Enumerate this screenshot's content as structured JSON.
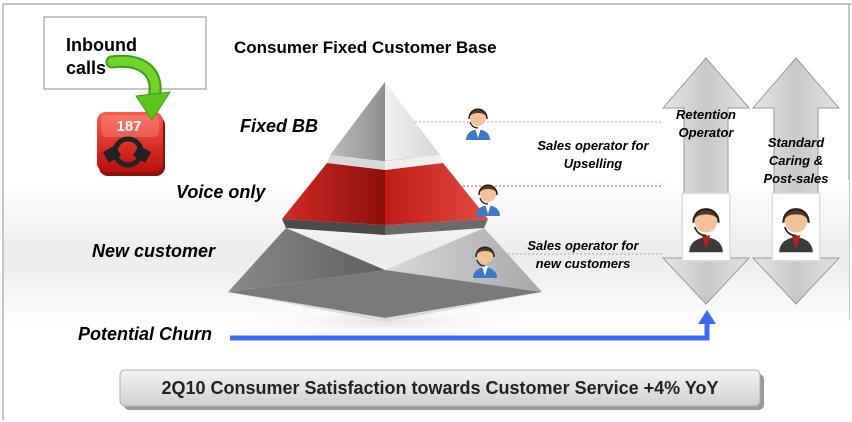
{
  "title": "Consumer Fixed Customer Base",
  "inbound": {
    "label": "Inbound\ncalls",
    "phone_number": "187"
  },
  "pyramid_levels": [
    "Fixed BB",
    "Voice only",
    "New customer"
  ],
  "potential_churn": "Potential Churn",
  "operators": {
    "upselling": "Sales operator for\nUpselling",
    "new_customers": "Sales operator for\nnew customers"
  },
  "columns": {
    "retention": "Retention\nOperator",
    "standard": "Standard\nCaring &\nPost-sales"
  },
  "banner": "2Q10 Consumer Satisfaction towards Customer Service +4% YoY",
  "colors": {
    "pyramid_red": "#c0201c",
    "churn_arrow": "#3b6cf0",
    "inbound_arrow": "#5cc41a",
    "column_gray": "#cfcfcf"
  },
  "icons": [
    "phone-187-icon",
    "operator-headset-icon"
  ]
}
